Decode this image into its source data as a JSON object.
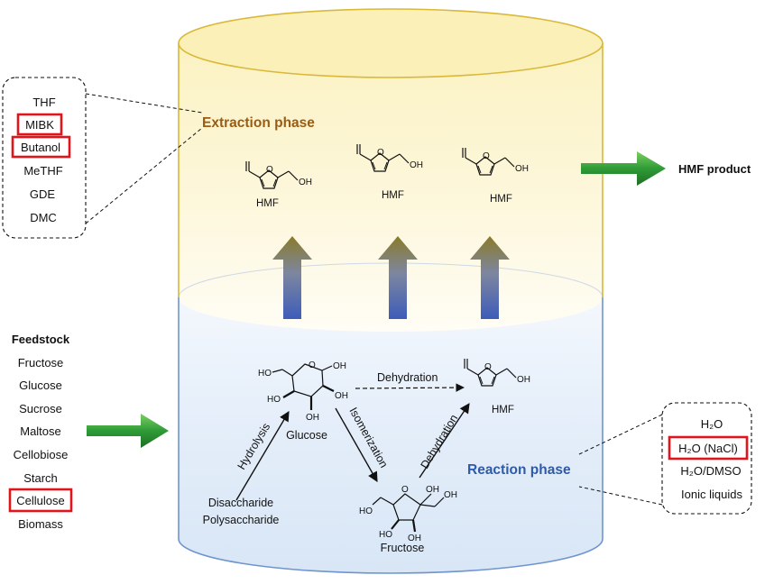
{
  "phases": {
    "extraction": "Extraction phase",
    "reaction": "Reaction phase"
  },
  "product": "HMF product",
  "extraction_solvents": [
    {
      "label": "THF",
      "highlighted": false
    },
    {
      "label": "MIBK",
      "highlighted": true
    },
    {
      "label": "Butanol",
      "highlighted": true
    },
    {
      "label": "MeTHF",
      "highlighted": false
    },
    {
      "label": "GDE",
      "highlighted": false
    },
    {
      "label": "DMC",
      "highlighted": false
    }
  ],
  "feedstock": {
    "title": "Feedstock",
    "items": [
      {
        "label": "Fructose",
        "highlighted": false
      },
      {
        "label": "Glucose",
        "highlighted": false
      },
      {
        "label": "Sucrose",
        "highlighted": false
      },
      {
        "label": "Maltose",
        "highlighted": false
      },
      {
        "label": "Cellobiose",
        "highlighted": false
      },
      {
        "label": "Starch",
        "highlighted": false
      },
      {
        "label": "Cellulose",
        "highlighted": true
      },
      {
        "label": "Biomass",
        "highlighted": false
      }
    ]
  },
  "reaction_media": {
    "items": [
      {
        "label": "H₂O",
        "highlighted": false
      },
      {
        "label": "H₂O (NaCl)",
        "highlighted": true
      },
      {
        "label": "H₂O/DMSO",
        "highlighted": false
      },
      {
        "label": "Ionic liquids",
        "highlighted": false
      }
    ]
  },
  "molecules": {
    "hmf": "HMF",
    "glucose": "Glucose",
    "fructose": "Fructose",
    "oh": "OH",
    "o": "O",
    "ho": "HO"
  },
  "pathway": {
    "hydrolysis": "Hydrolysis",
    "isomerization": "Isomerization",
    "dehydration_top": "Dehydration",
    "dehydration_side": "Dehydration",
    "source_line1": "Disaccharide",
    "source_line2": "Polysaccharide"
  },
  "colors": {
    "extraction_text": "#9a5b13",
    "reaction_text": "#2e5aa8",
    "highlight_box": "#e0151b",
    "green_arrow": "#2e9b36"
  }
}
